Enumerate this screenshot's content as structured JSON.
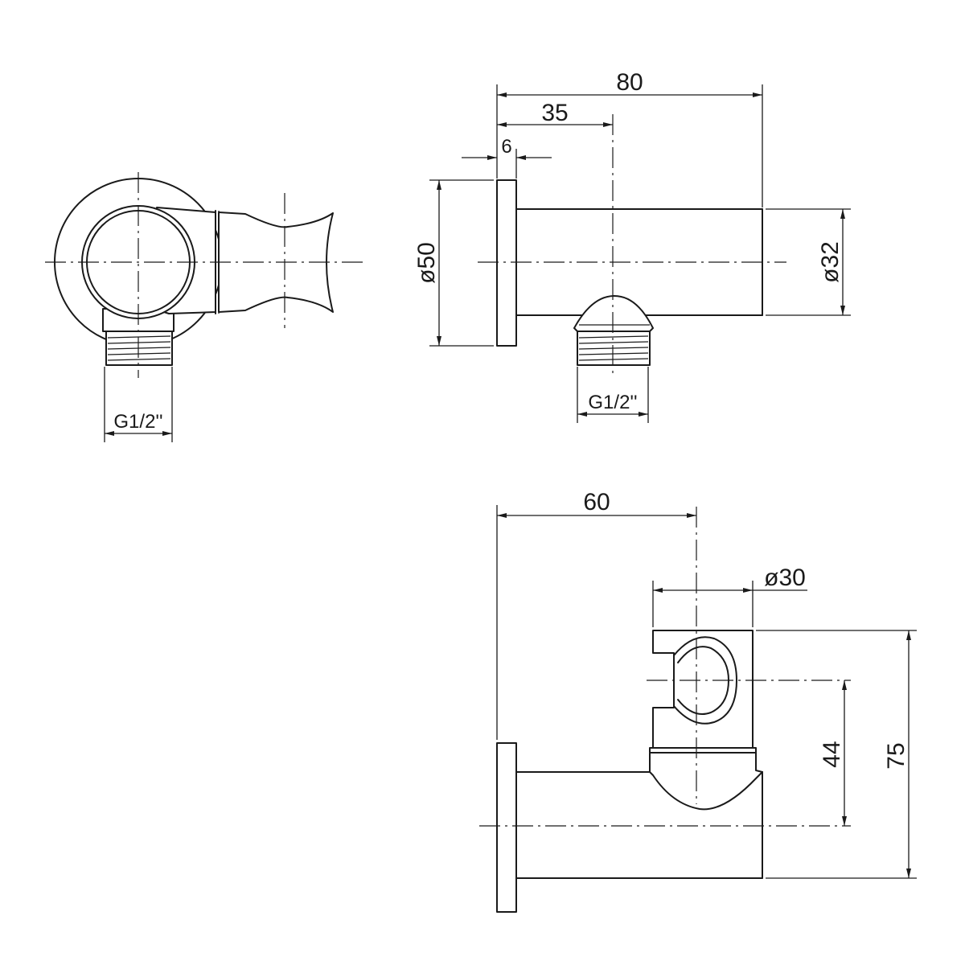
{
  "dimensions": {
    "overall_length": "80",
    "outlet_offset": "35",
    "flange_thickness": "6",
    "flange_diameter": "ø50",
    "body_diameter": "ø32",
    "thread_front": "G1/2''",
    "thread_side": "G1/2''",
    "holder_projection": "60",
    "holder_diameter": "ø30",
    "holder_center_height": "44",
    "overall_height": "75"
  }
}
